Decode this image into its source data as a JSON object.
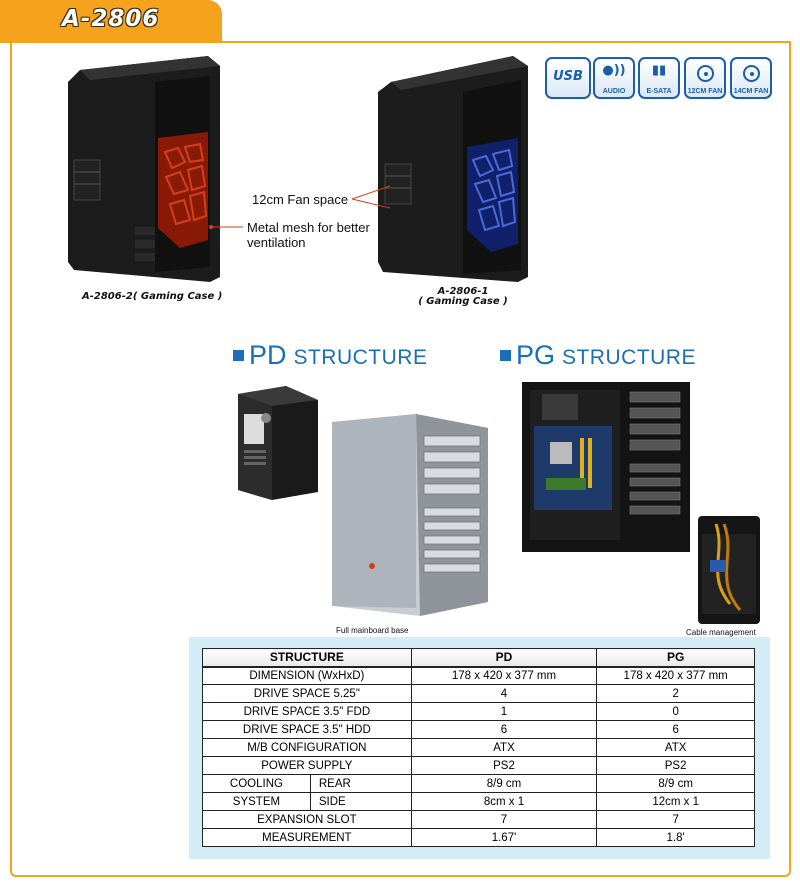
{
  "header": {
    "title": "A-2806"
  },
  "colors": {
    "accent": "#f5a21d",
    "brand_blue": "#1a6fb8",
    "table_bg": "#d4ecf5"
  },
  "features": [
    {
      "icon": "usb-icon",
      "label": "USB"
    },
    {
      "icon": "audio-icon",
      "label": "AUDIO"
    },
    {
      "icon": "esata-icon",
      "label": "E-SATA"
    },
    {
      "icon": "fan-icon",
      "label": "12CM FAN"
    },
    {
      "icon": "fan-icon",
      "label": "14CM FAN"
    }
  ],
  "callouts": {
    "fan_space": "12cm Fan space",
    "mesh_line1": "Metal mesh for better",
    "mesh_line2": "ventilation"
  },
  "products": {
    "left_caption": "A-2806-2( Gaming Case )",
    "right_caption_line1": "A-2806-1",
    "right_caption_line2": "( Gaming Case )"
  },
  "structures": {
    "pd": {
      "code": "PD",
      "word": "STRUCTURE"
    },
    "pg": {
      "code": "PG",
      "word": "STRUCTURE"
    },
    "pd_note": "Full mainboard base",
    "pg_note": "Cable management"
  },
  "spec_table": {
    "headers": [
      "STRUCTURE",
      "PD",
      "PG"
    ],
    "rows": [
      [
        "DIMENSION (WxHxD)",
        "178 x 420 x 377 mm",
        "178 x 420 x 377 mm"
      ],
      [
        "DRIVE SPACE 5.25\"",
        "4",
        "2"
      ],
      [
        "DRIVE SPACE 3.5\" FDD",
        "1",
        "0"
      ],
      [
        "DRIVE SPACE 3.5\" HDD",
        "6",
        "6"
      ],
      [
        "M/B CONFIGURATION",
        "ATX",
        "ATX"
      ],
      [
        "POWER SUPPLY",
        "PS2",
        "PS2"
      ]
    ],
    "cooling": {
      "label1": "COOLING",
      "label2": "SYSTEM",
      "rear": [
        "REAR",
        "8/9 cm",
        "8/9 cm"
      ],
      "side": [
        "SIDE",
        "8cm x 1",
        "12cm x 1"
      ]
    },
    "rows_after": [
      [
        "EXPANSION SLOT",
        "7",
        "7"
      ],
      [
        "MEASUREMENT",
        "1.67'",
        "1.8'"
      ]
    ]
  }
}
